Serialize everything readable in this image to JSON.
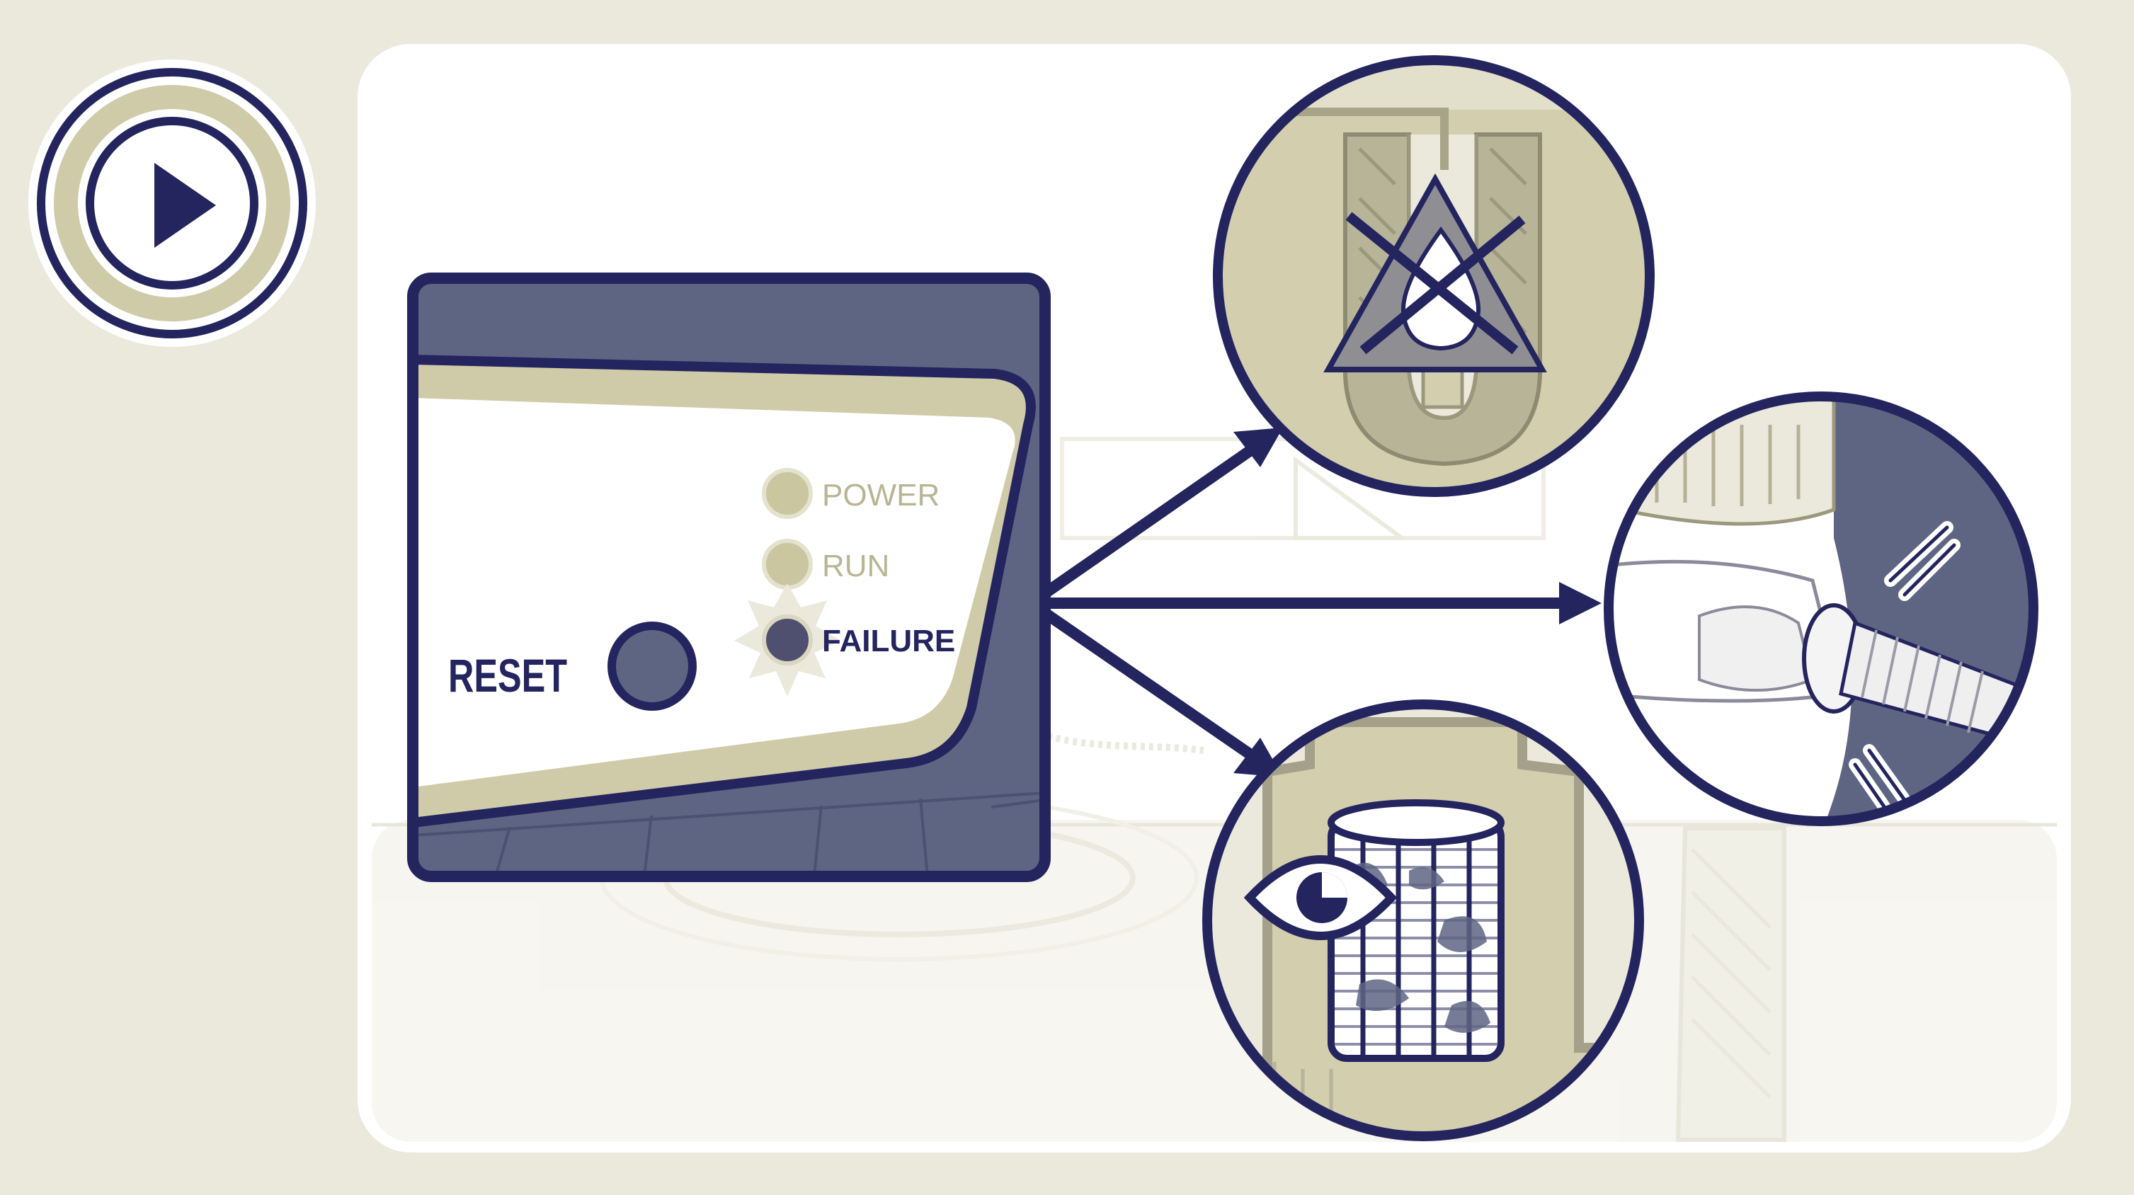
{
  "panel": {
    "reset_label": "RESET",
    "indicators": [
      {
        "label": "POWER",
        "state": "off"
      },
      {
        "label": "RUN",
        "state": "off"
      },
      {
        "label": "FAILURE",
        "state": "on"
      }
    ]
  },
  "callouts": [
    {
      "icon": "no-water-warning-icon"
    },
    {
      "icon": "hose-leak-icon"
    },
    {
      "icon": "inspect-filter-icon"
    }
  ],
  "colors": {
    "navy": "#24245f",
    "panel_blue": "#5e6583",
    "khaki": "#cfcba9",
    "led_off": "#c9c6a0",
    "led_on": "#4f4f70",
    "background": "#ebe8dc",
    "card": "#ffffff"
  }
}
